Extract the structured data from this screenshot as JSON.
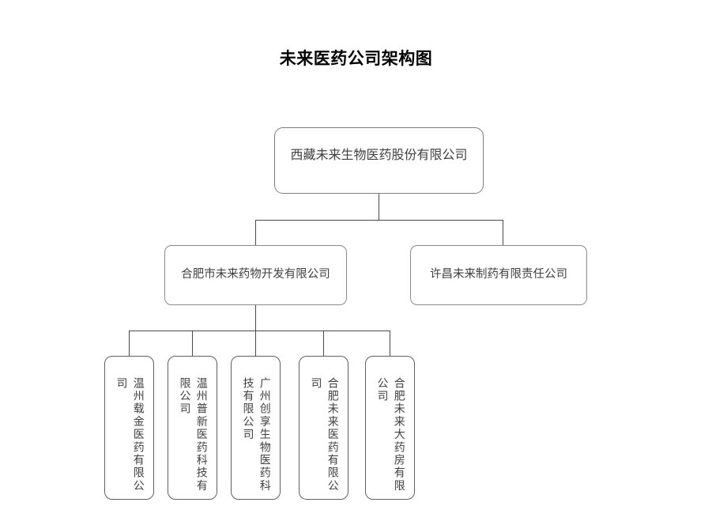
{
  "title": "未来医药公司架构图",
  "colors": {
    "background": "#ffffff",
    "box_border": "#8a8a8a",
    "box_fill": "#ffffff",
    "text": "#3f3f3f",
    "title_text": "#000000",
    "connector": "#4a4a4a"
  },
  "chart_data": {
    "type": "diagram",
    "diagram_kind": "organization-chart",
    "title": "未来医药公司架构图",
    "levels": 3,
    "nodes": [
      {
        "id": "root",
        "level": 0,
        "label": "西藏未来生物医药股份有限公司",
        "orientation": "horizontal",
        "parent": null
      },
      {
        "id": "hefei-dev",
        "level": 1,
        "label": "合肥市未来药物开发有限公司",
        "orientation": "horizontal",
        "parent": "root"
      },
      {
        "id": "xuchang",
        "level": 1,
        "label": "许昌未来制药有限责任公司",
        "orientation": "horizontal",
        "parent": "root"
      },
      {
        "id": "wenzhou-zaijin",
        "level": 2,
        "label": "温州载金医药有限公司",
        "orientation": "vertical",
        "parent": "hefei-dev"
      },
      {
        "id": "wenzhou-puxin",
        "level": 2,
        "label": "温州普新医药科技有限公司",
        "orientation": "vertical",
        "parent": "hefei-dev"
      },
      {
        "id": "guangzhou-chuangxiang",
        "level": 2,
        "label": "广州创享生物医药科技有限公司",
        "orientation": "vertical",
        "parent": "hefei-dev"
      },
      {
        "id": "hefei-weilai",
        "level": 2,
        "label": "合肥未来医药有限公司",
        "orientation": "vertical",
        "parent": "hefei-dev"
      },
      {
        "id": "hefei-dayaofang",
        "level": 2,
        "label": "合肥未来大药房有限公司",
        "orientation": "vertical",
        "parent": "hefei-dev"
      }
    ],
    "edges": [
      {
        "from": "root",
        "to": "hefei-dev"
      },
      {
        "from": "root",
        "to": "xuchang"
      },
      {
        "from": "hefei-dev",
        "to": "wenzhou-zaijin"
      },
      {
        "from": "hefei-dev",
        "to": "wenzhou-puxin"
      },
      {
        "from": "hefei-dev",
        "to": "guangzhou-chuangxiang"
      },
      {
        "from": "hefei-dev",
        "to": "hefei-weilai"
      },
      {
        "from": "hefei-dev",
        "to": "hefei-dayaofang"
      }
    ]
  },
  "nodes": {
    "root": {
      "label": "西藏未来生物医药股份有限公司"
    },
    "hefei_dev": {
      "label": "合肥市未来药物开发有限公司"
    },
    "xuchang": {
      "label": "许昌未来制药有限责任公司"
    },
    "leaf1": {
      "label": "温州载金医药有限公司"
    },
    "leaf2": {
      "label": "温州普新医药科技有限公司"
    },
    "leaf3": {
      "label": "广州创享生物医药科技有限公司"
    },
    "leaf4": {
      "label": "合肥未来医药有限公司"
    },
    "leaf5": {
      "label": "合肥未来大药房有限公司"
    }
  }
}
